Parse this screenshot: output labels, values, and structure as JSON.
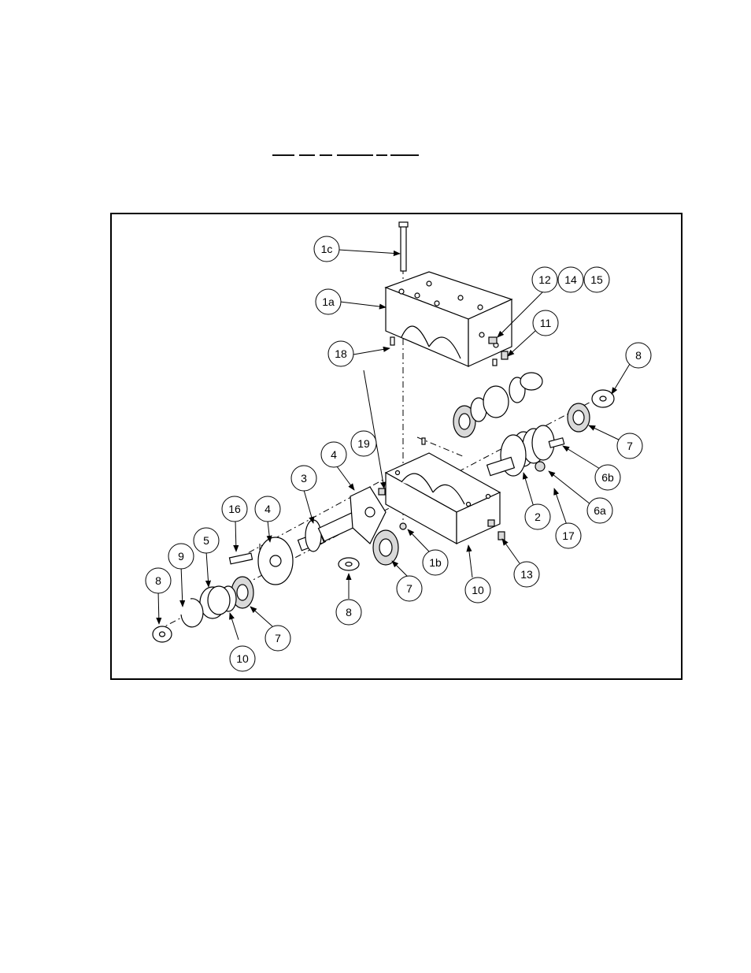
{
  "callouts": [
    {
      "id": "c-1c",
      "label": "1c"
    },
    {
      "id": "c-12",
      "label": "12"
    },
    {
      "id": "c-14",
      "label": "14"
    },
    {
      "id": "c-15",
      "label": "15"
    },
    {
      "id": "c-1a",
      "label": "1a"
    },
    {
      "id": "c-11",
      "label": "11"
    },
    {
      "id": "c-18",
      "label": "18"
    },
    {
      "id": "c-8a",
      "label": "8"
    },
    {
      "id": "c-7a",
      "label": "7"
    },
    {
      "id": "c-6b",
      "label": "6b"
    },
    {
      "id": "c-19",
      "label": "19"
    },
    {
      "id": "c-4a",
      "label": "4"
    },
    {
      "id": "c-3",
      "label": "3"
    },
    {
      "id": "c-16",
      "label": "16"
    },
    {
      "id": "c-4b",
      "label": "4"
    },
    {
      "id": "c-2",
      "label": "2"
    },
    {
      "id": "c-6a",
      "label": "6a"
    },
    {
      "id": "c-17",
      "label": "17"
    },
    {
      "id": "c-5",
      "label": "5"
    },
    {
      "id": "c-9",
      "label": "9"
    },
    {
      "id": "c-1b",
      "label": "1b"
    },
    {
      "id": "c-13",
      "label": "13"
    },
    {
      "id": "c-8b",
      "label": "8"
    },
    {
      "id": "c-7b",
      "label": "7"
    },
    {
      "id": "c-10a",
      "label": "10"
    },
    {
      "id": "c-8c",
      "label": "8"
    },
    {
      "id": "c-7c",
      "label": "7"
    },
    {
      "id": "c-10b",
      "label": "10"
    }
  ]
}
